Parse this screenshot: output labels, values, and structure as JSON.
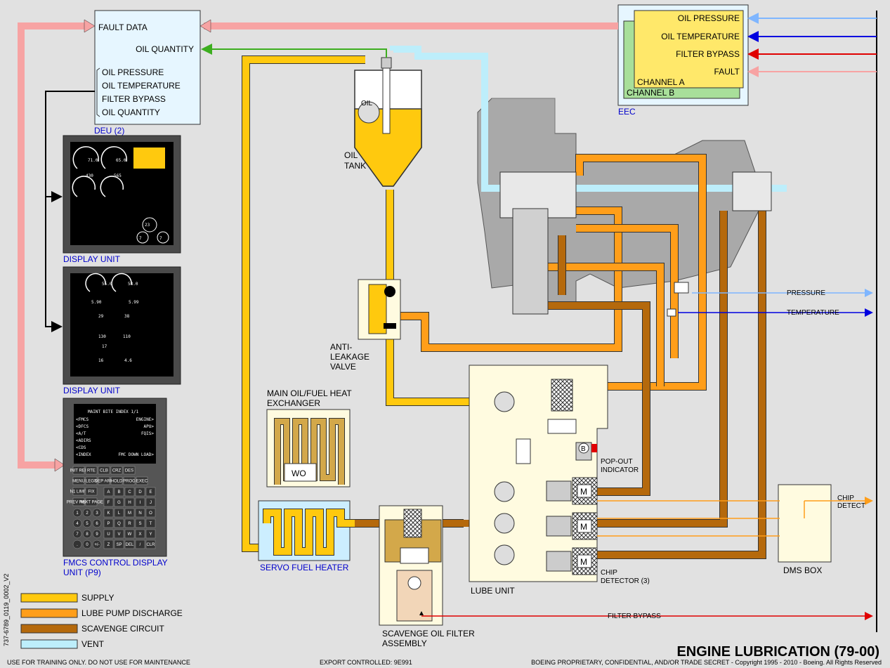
{
  "deu": {
    "title": "DEU (2)",
    "fault_data": "FAULT DATA",
    "oil_quantity_out": "OIL QUANTITY",
    "inputs": [
      "OIL PRESSURE",
      "OIL TEMPERATURE",
      "FILTER BYPASS",
      "OIL QUANTITY"
    ]
  },
  "eec": {
    "title": "EEC",
    "signals": [
      "OIL PRESSURE",
      "OIL TEMPERATURE",
      "FILTER BYPASS",
      "FAULT"
    ],
    "channel_a": "CHANNEL A",
    "channel_b": "CHANNEL B"
  },
  "display_unit_upper": {
    "label": "DISPLAY UNIT",
    "readouts": [
      "71.0",
      "65.0",
      "430",
      "565",
      "23",
      "7",
      "7"
    ]
  },
  "display_unit_lower": {
    "label": "DISPLAY UNIT",
    "readouts": [
      "55.0",
      "58.0",
      "5.90",
      "5.99",
      "29",
      "38",
      "130",
      "110",
      "17",
      "16",
      "4.6"
    ]
  },
  "fmcs_cdu": {
    "label_line1": "FMCS CONTROL DISPLAY",
    "label_line2": "UNIT (P9)",
    "screen_title": "MAINT BITE INDEX   1/1",
    "left_items": [
      "<FMCS",
      "<DFCS",
      "<A/T",
      "<ADIRS",
      "<CDS",
      "<INDEX"
    ],
    "right_items": [
      "ENGINE>",
      "APU>",
      "FQIS>",
      "",
      "",
      "FMC DOWN LOAD>"
    ],
    "function_keys": [
      "INIT REF",
      "RTE",
      "CLB",
      "CRZ",
      "DES",
      "MENU",
      "LEGS",
      "DEP ARR",
      "HOLD",
      "PROG",
      "N1 LIMIT",
      "FIX",
      "PREV PAGE",
      "NEXT PAGE",
      "EXEC"
    ],
    "letter_keys": [
      "A",
      "B",
      "C",
      "D",
      "E",
      "F",
      "G",
      "H",
      "I",
      "J",
      "K",
      "L",
      "M",
      "N",
      "O",
      "P",
      "Q",
      "R",
      "S",
      "T",
      "U",
      "V",
      "W",
      "X",
      "Y",
      "Z",
      "SP",
      "DEL",
      "/",
      "CLR"
    ],
    "number_keys": [
      "1",
      "2",
      "3",
      "4",
      "5",
      "6",
      "7",
      "8",
      "9",
      ".",
      "0",
      "+/-"
    ]
  },
  "components": {
    "oil_tank": [
      "OIL",
      "TANK"
    ],
    "oil_sight": "OIL",
    "anti_leakage_valve": [
      "ANTI-",
      "LEAKAGE",
      "VALVE"
    ],
    "heat_exchanger": [
      "MAIN OIL/FUEL HEAT",
      "EXCHANGER"
    ],
    "servo_fuel_heater": "SERVO FUEL HEATER",
    "scavenge_filter": [
      "SCAVENGE OIL FILTER",
      "ASSEMBLY"
    ],
    "lube_unit": "LUBE UNIT",
    "pop_out_indicator": [
      "POP-OUT",
      "INDICATOR"
    ],
    "chip_detector": [
      "CHIP",
      "DETECTOR (3)"
    ],
    "dms_box": "DMS BOX",
    "chip_detect": [
      "CHIP",
      "DETECT"
    ],
    "pressure": "PRESSURE",
    "temperature": "TEMPERATURE",
    "filter_bypass": "FILTER BYPASS",
    "bypass_symbol": "B",
    "motor_symbol": "M"
  },
  "legend": [
    {
      "label": "SUPPLY",
      "color": "#ffc90e"
    },
    {
      "label": "LUBE PUMP DISCHARGE",
      "color": "#ff9e1a"
    },
    {
      "label": "SCAVENGE CIRCUIT",
      "color": "#b5690c"
    },
    {
      "label": "VENT",
      "color": "#bdeefb"
    }
  ],
  "colors": {
    "supply": "#ffc90e",
    "lube": "#ff9e1a",
    "scavenge": "#b5690c",
    "vent": "#bdeefb",
    "pressure_signal": "#7fb6ff",
    "temperature_signal": "#0000e0",
    "bypass_signal": "#e00000",
    "fault_signal": "#f7a3a3",
    "quantity_signal": "#3dae1f"
  },
  "title": "ENGINE LUBRICATION (79-00)",
  "doc_id": "737-6789_0119_0002_V2",
  "footer": {
    "left": "USE FOR TRAINING ONLY. DO NOT USE FOR MAINTENANCE",
    "center": "EXPORT CONTROLLED: 9E991",
    "right": "BOEING PROPRIETARY, CONFIDENTIAL, AND/OR TRADE SECRET - Copyright 1995 - 2010 - Boeing. All Rights Reserved"
  }
}
